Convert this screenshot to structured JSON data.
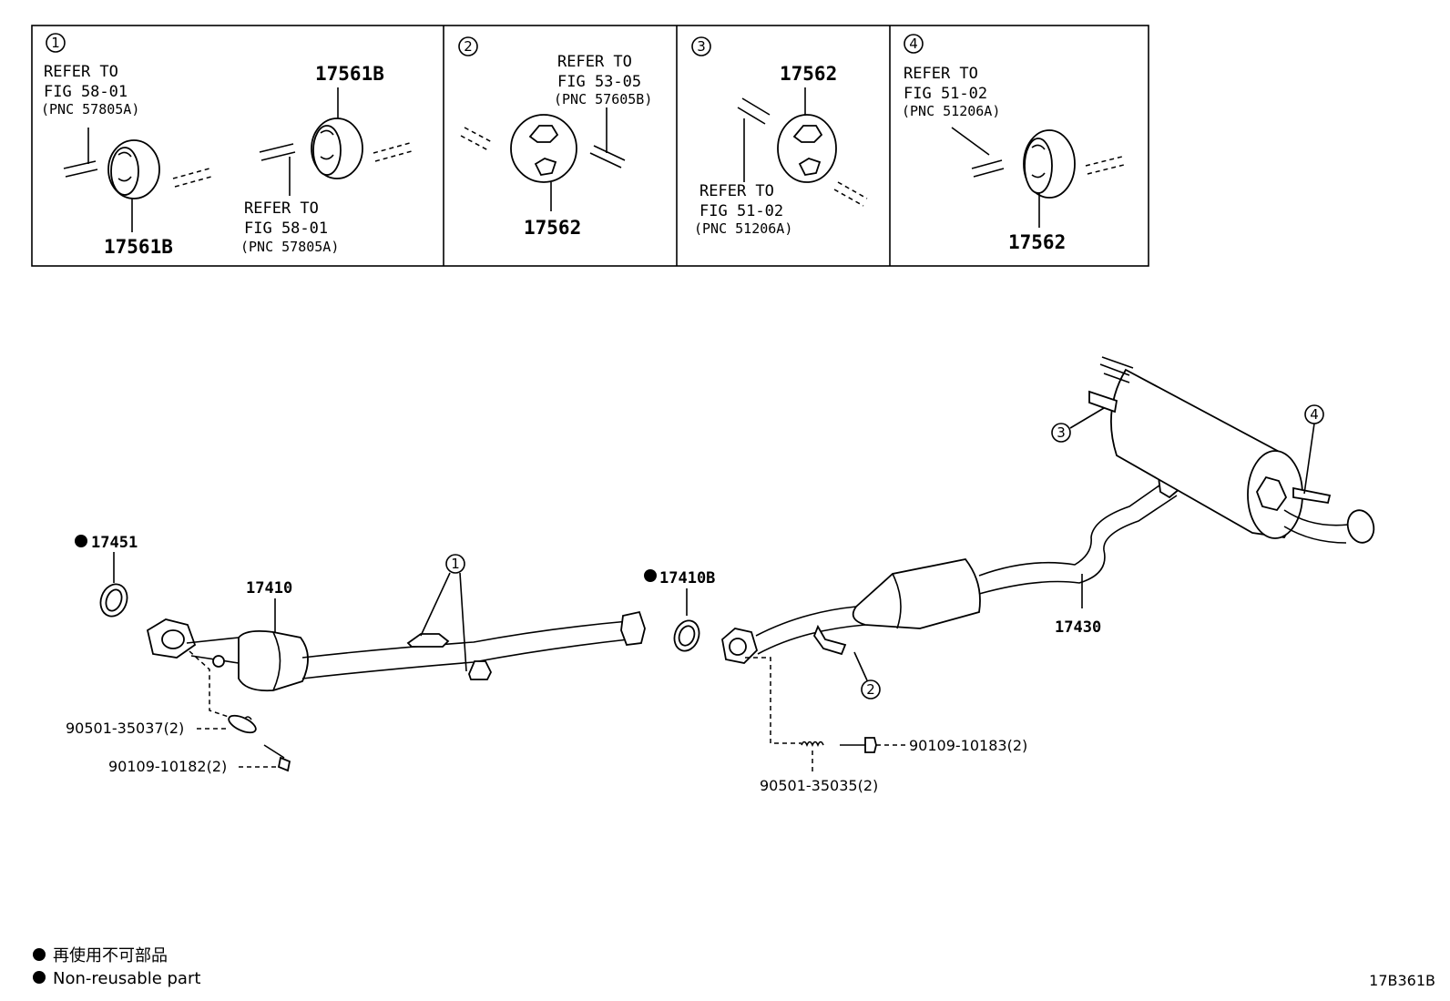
{
  "details": [
    {
      "num": "1",
      "refer_a": [
        "REFER TO",
        "FIG 58-01",
        "(PNC 57805A)"
      ],
      "part_a": "17561B",
      "part_b": "17561B",
      "refer_b": [
        "REFER TO",
        "FIG 58-01",
        "(PNC 57805A)"
      ]
    },
    {
      "num": "2",
      "refer": [
        "REFER TO",
        "FIG 53-05",
        "(PNC 57605B)"
      ],
      "part": "17562"
    },
    {
      "num": "3",
      "part": "17562",
      "refer": [
        "REFER TO",
        "FIG 51-02",
        "(PNC 51206A)"
      ]
    },
    {
      "num": "4",
      "refer": [
        "REFER TO",
        "FIG 51-02",
        "(PNC 51206A)"
      ],
      "part": "17562"
    }
  ],
  "parts": {
    "p17451": "17451",
    "p17410": "17410",
    "p17410b": "17410B",
    "p17430": "17430",
    "p90501a": "90501-35037(2)",
    "p90109a": "90109-10182(2)",
    "p90109b": "90109-10183(2)",
    "p90501b": "90501-35035(2)"
  },
  "callouts": {
    "c1": "1",
    "c2": "2",
    "c3": "3",
    "c4": "4"
  },
  "legend": {
    "jp": "再使用不可部品",
    "en": "Non-reusable part"
  },
  "figure_code": "17B361B"
}
